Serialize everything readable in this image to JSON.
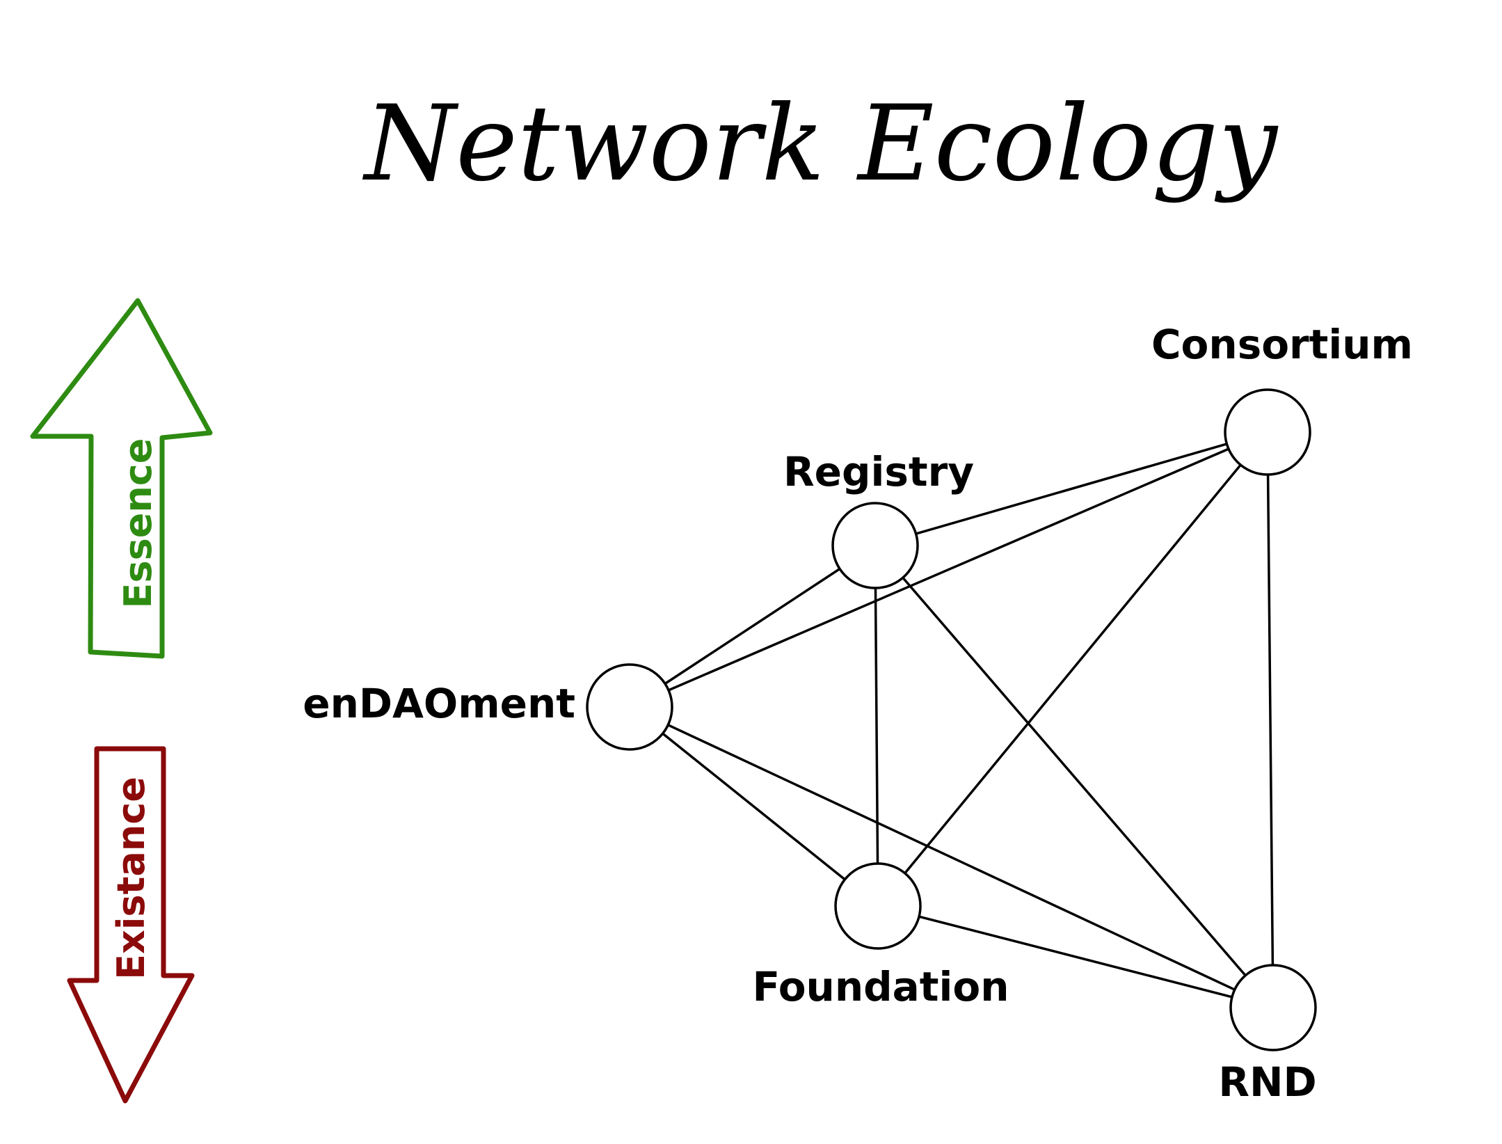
{
  "title": "Network Ecology",
  "arrows": {
    "up": {
      "label": "Essence",
      "color": "#2e8b12"
    },
    "down": {
      "label": "Existance",
      "color": "#8b0a0a"
    }
  },
  "nodes": [
    {
      "id": "consortium",
      "label": "Consortium"
    },
    {
      "id": "registry",
      "label": "Registry"
    },
    {
      "id": "endaoment",
      "label": "enDAOment"
    },
    {
      "id": "foundation",
      "label": "Foundation"
    },
    {
      "id": "rnd",
      "label": "RND"
    }
  ],
  "edges": [
    [
      "registry",
      "consortium"
    ],
    [
      "endaoment",
      "registry"
    ],
    [
      "endaoment",
      "consortium"
    ],
    [
      "registry",
      "foundation"
    ],
    [
      "registry",
      "rnd"
    ],
    [
      "foundation",
      "consortium"
    ],
    [
      "consortium",
      "rnd"
    ],
    [
      "endaoment",
      "foundation"
    ],
    [
      "endaoment",
      "rnd"
    ],
    [
      "foundation",
      "rnd"
    ]
  ]
}
